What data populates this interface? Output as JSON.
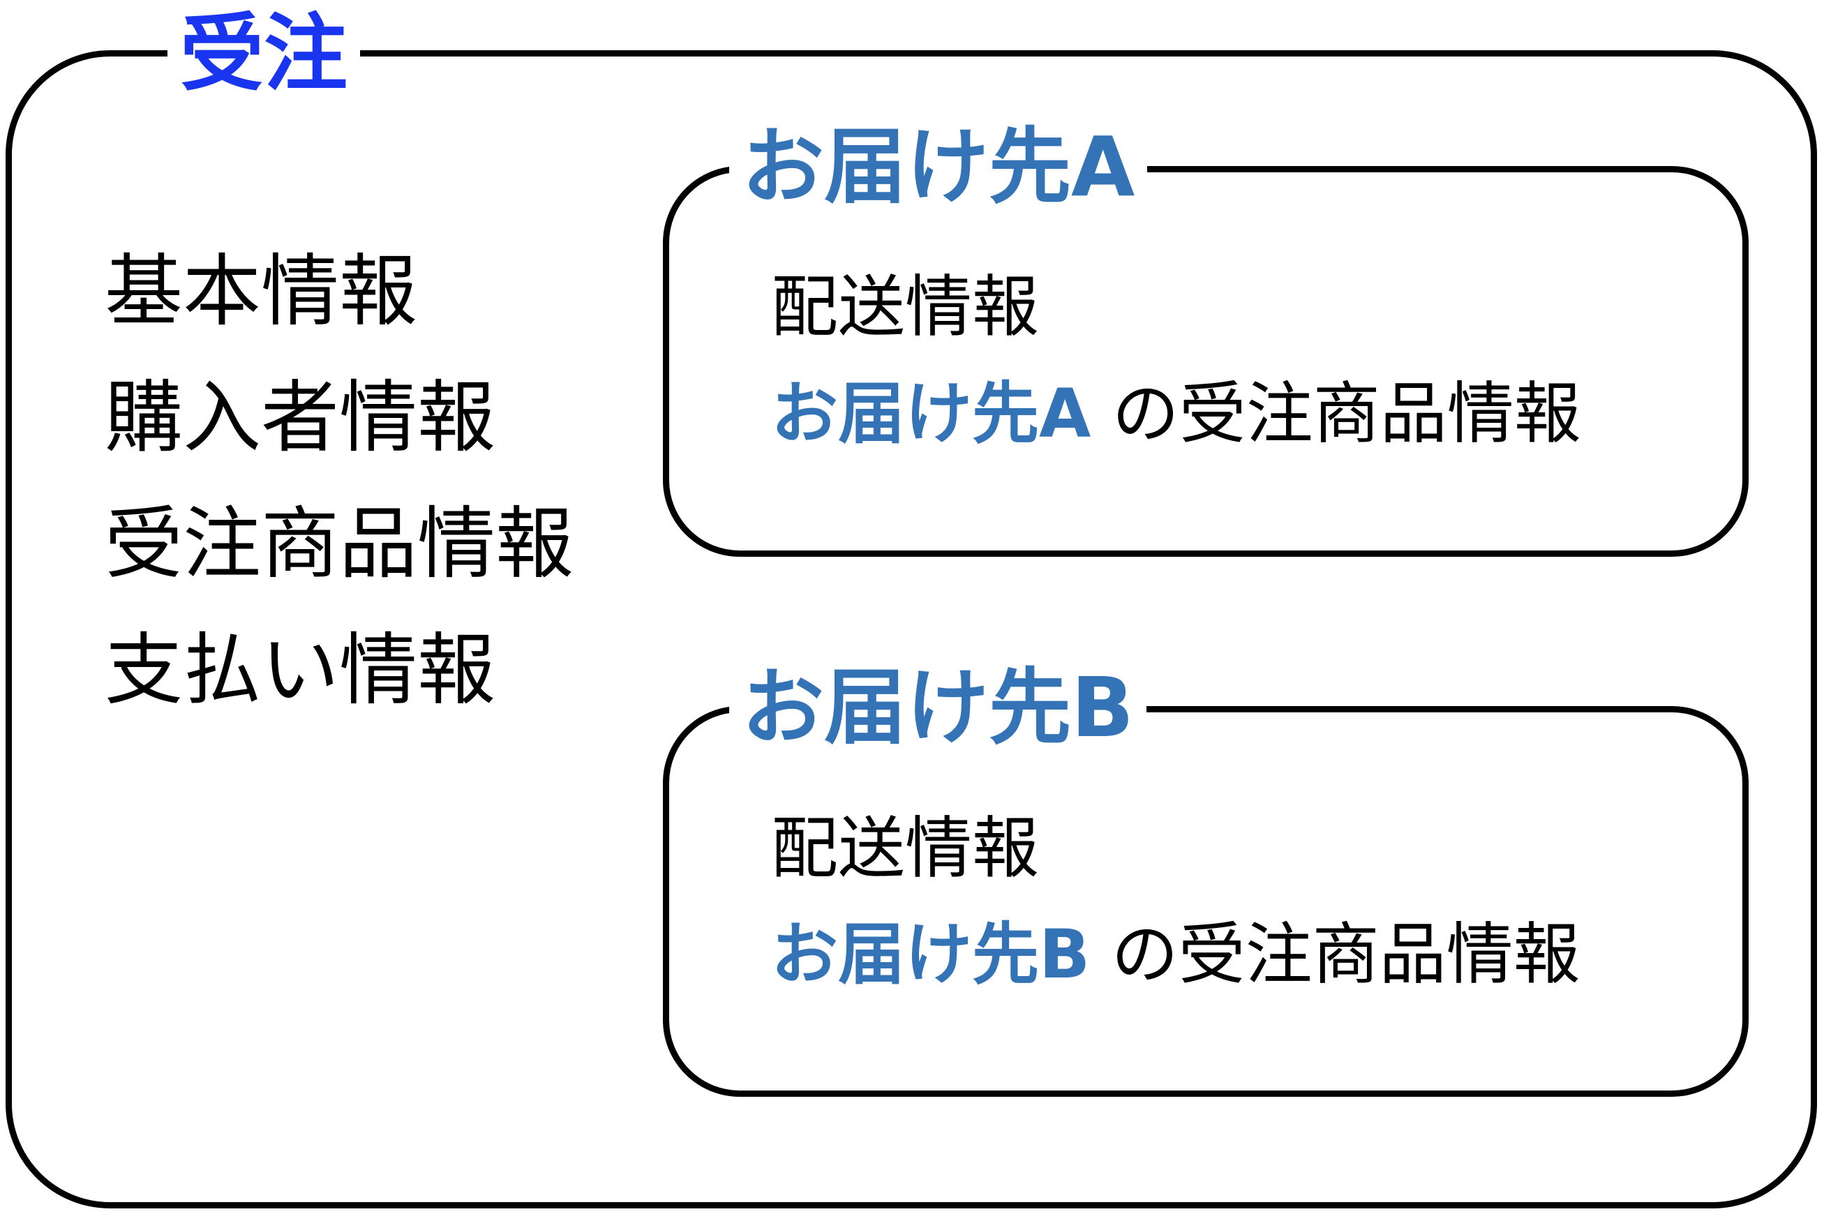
{
  "order": {
    "title": "受注",
    "items": [
      "基本情報",
      "購入者情報",
      "受注商品情報",
      "支払い情報"
    ]
  },
  "destinations": [
    {
      "title": "お届け先A",
      "line1": "配送情報",
      "line2_name": "お届け先A",
      "line2_suffix": " の受注商品情報"
    },
    {
      "title": "お届け先B",
      "line1": "配送情報",
      "line2_name": "お届け先B",
      "line2_suffix": " の受注商品情報"
    }
  ],
  "colors": {
    "order_title": "#1a35f0",
    "destination_accent": "#3474b6",
    "border": "#000000"
  }
}
